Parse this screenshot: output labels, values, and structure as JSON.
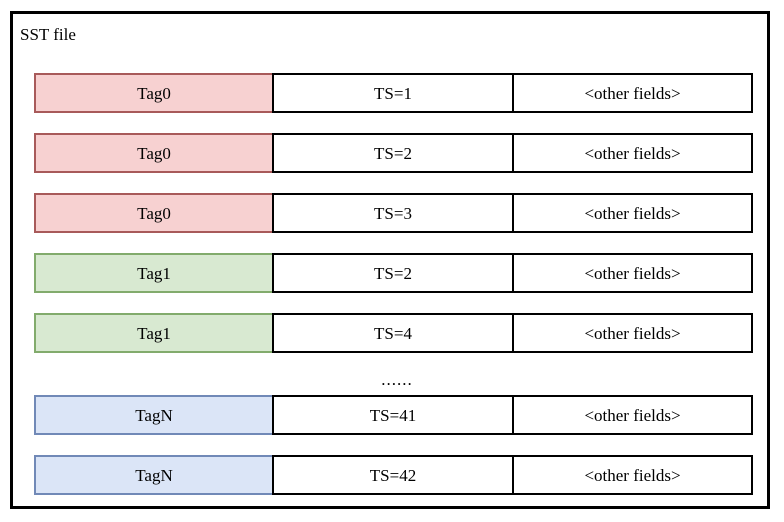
{
  "diagram": {
    "title": "SST file",
    "separator": "......",
    "colors": {
      "tag0_fill": "#F7D1D1",
      "tag0_border": "#A85A5A",
      "tag1_fill": "#D8E9D1",
      "tag1_border": "#82AB6C",
      "tagN_fill": "#DBE5F7",
      "tagN_border": "#7189B7",
      "outline": "#000000",
      "background": "#FFFFFF"
    },
    "rows": [
      {
        "tag": "Tag0",
        "ts": "TS=1",
        "other": "<other fields>",
        "group": "tag0"
      },
      {
        "tag": "Tag0",
        "ts": "TS=2",
        "other": "<other fields>",
        "group": "tag0"
      },
      {
        "tag": "Tag0",
        "ts": "TS=3",
        "other": "<other fields>",
        "group": "tag0"
      },
      {
        "tag": "Tag1",
        "ts": "TS=2",
        "other": "<other fields>",
        "group": "tag1"
      },
      {
        "tag": "Tag1",
        "ts": "TS=4",
        "other": "<other fields>",
        "group": "tag1"
      },
      {
        "tag": "TagN",
        "ts": "TS=41",
        "other": "<other fields>",
        "group": "tagN"
      },
      {
        "tag": "TagN",
        "ts": "TS=42",
        "other": "<other fields>",
        "group": "tagN"
      }
    ]
  }
}
